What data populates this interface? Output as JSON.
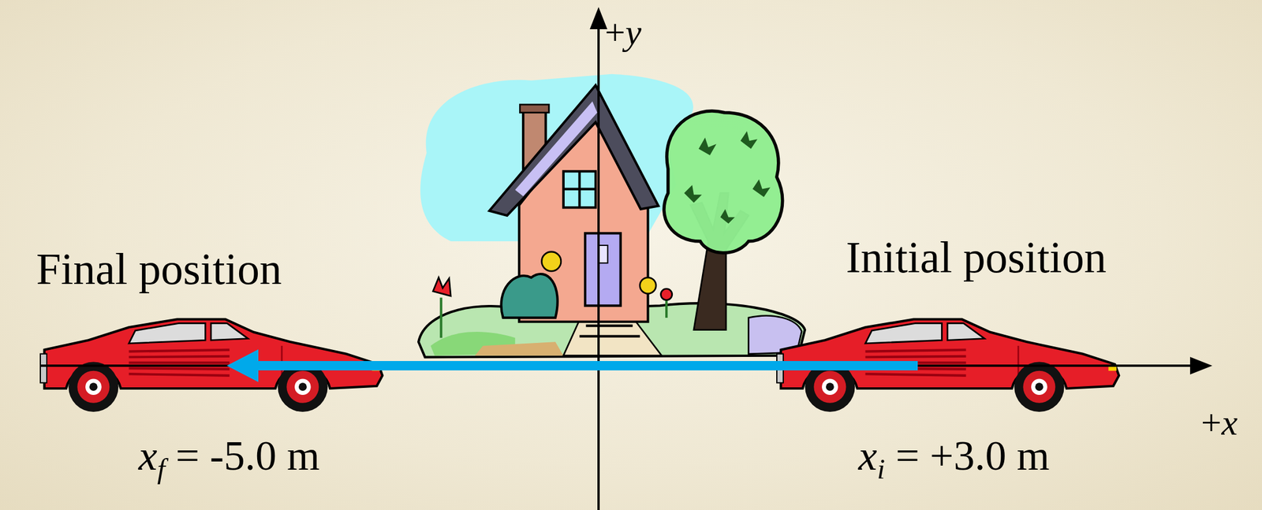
{
  "diagram": {
    "labels": [
      "+y",
      "Final position",
      "Initial position",
      "+x",
      "xf = -5.0 m",
      "xi = +3.0 m"
    ]
  }
}
